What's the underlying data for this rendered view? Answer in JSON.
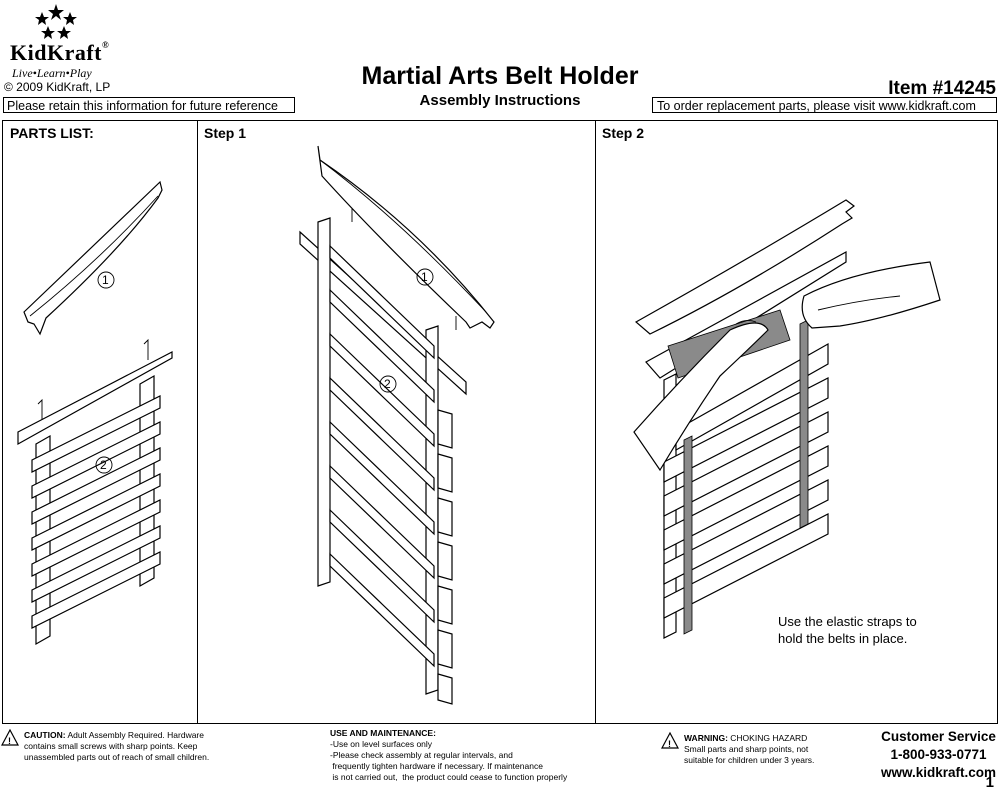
{
  "brand": {
    "name": "KidKraft",
    "registered": "®",
    "tagline": "Live•Learn•Play",
    "copyright": "© 2009 KidKraft, LP"
  },
  "header": {
    "retain_note": "Please retain this information for future reference",
    "title": "Martial Arts Belt Holder",
    "subtitle": "Assembly Instructions",
    "item_number": "Item #14245",
    "order_note": "To order replacement parts, please visit www.kidkraft.com"
  },
  "panels": {
    "parts_list_label": "PARTS LIST:",
    "step1_label": "Step 1",
    "step2_label": "Step 2",
    "part1_number": "1",
    "part2_number": "2",
    "step2_note_line1": "Use the elastic straps to",
    "step2_note_line2": "hold the belts in place."
  },
  "footer": {
    "caution_heading": "CAUTION:",
    "caution_text1": " Adult Assembly Required. Hardware",
    "caution_text2": "contains small screws with sharp points. Keep",
    "caution_text3": "unassembled parts out of reach of small children.",
    "use_heading": "USE AND MAINTENANCE:",
    "use_line1": "-Use on level surfaces only",
    "use_line2": "-Please check assembly at regular intervals, and",
    "use_line3": " frequently tighten hardware if necessary. If maintenance",
    "use_line4": " is not carried out,  the product could cease to function properly",
    "warning_heading": "WARNING:",
    "warning_text1": " CHOKING HAZARD",
    "warning_text2": "Small parts and sharp points, not",
    "warning_text3": "suitable for children under 3 years.",
    "cs_title": "Customer Service",
    "cs_phone": "1-800-933-0771",
    "cs_web": "www.kidkraft.com",
    "page_number": "1"
  },
  "icons": {
    "logo": "star-cluster-logo",
    "caution": "warning-triangle-icon",
    "warning": "warning-triangle-icon"
  }
}
